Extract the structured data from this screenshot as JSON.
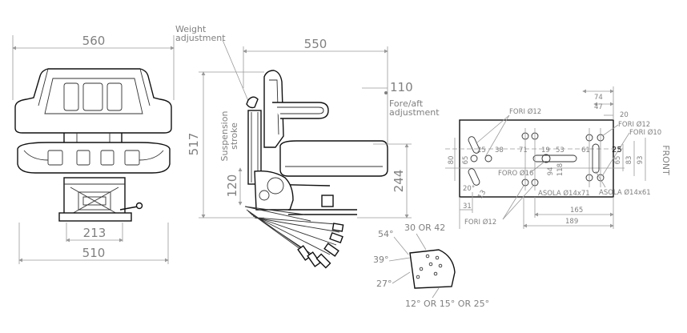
{
  "front_view": {
    "dim_top": "560",
    "dim_bottom_inner": "213",
    "dim_bottom_outer": "510"
  },
  "side_view": {
    "weight_adjustment": [
      "Weight",
      "adjustment"
    ],
    "dim_width": "550",
    "fore_aft_value": "110",
    "fore_aft_label": [
      "Fore/aft",
      "adjustment"
    ],
    "dim_height": "517",
    "suspension_stroke": [
      "Suspension",
      "stroke"
    ],
    "dim_stroke": "120",
    "dim_seat_height": "244",
    "angle_54": "54°",
    "angle_39": "39°",
    "angle_27": "27°",
    "pitch_options": "30 OR 42",
    "tilt_options": "12° OR 15° OR 25°"
  },
  "mounting_plate": {
    "front_label": "FRONT",
    "dim_74": "74",
    "dim_47": "47",
    "dim_20": "20",
    "fori_12_a": "FORI Ø12",
    "fori_12_b": "FORI Ø12",
    "fori_10": "FORI Ø10",
    "fori_12_c": "FORI Ø12",
    "foro_16": "FORO Ø16",
    "asola_14x71": "ASOLA Ø14x71",
    "asola_14x61": "ASOLA Ø14x61",
    "h_25": "25",
    "h_38": "38",
    "h_71": "71",
    "h_19": "19",
    "h_53": "53",
    "h_61": "61",
    "h_25_right": "25",
    "v_80": "80",
    "v_65": "65",
    "v_94": "94",
    "v_118": "118",
    "v_65_right": "65",
    "v_83": "83",
    "v_93": "93",
    "angle_20": "20°",
    "dim_13": "13",
    "dim_31": "31",
    "dim_165": "165",
    "dim_189": "189"
  }
}
